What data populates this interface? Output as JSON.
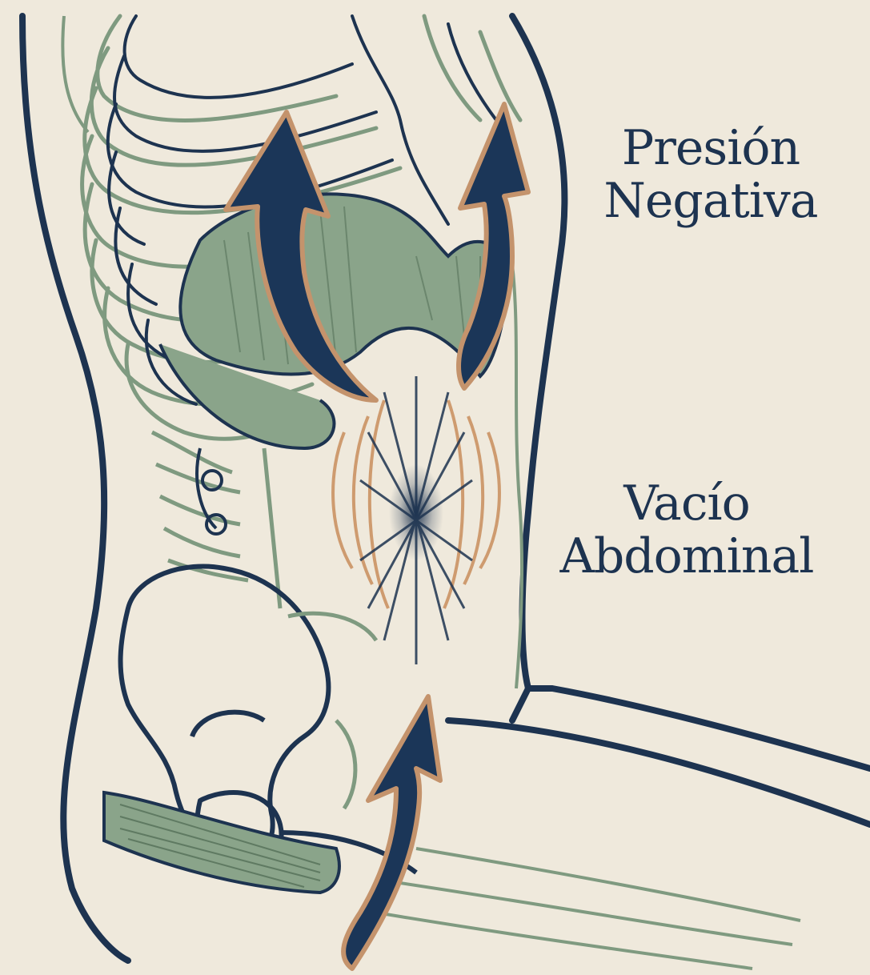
{
  "labels": {
    "negative_pressure": {
      "line1": "Presión",
      "line2": "Negativa"
    },
    "abdominal_vacuum": {
      "line1": "Vacío",
      "line2": "Abdominal"
    }
  },
  "colors": {
    "background": "#efe9dc",
    "outline_navy": "#1d3350",
    "muscle_green": "#7f9a80",
    "bone_green": "#7f9a80",
    "arrow_fill": "#1b3658",
    "arrow_border": "#c4936c",
    "vacuum_orange": "#c98e5d"
  },
  "icons": {
    "upward_arrows": "arrow-up-curved-icon",
    "vacuum_burst": "vacuum-burst-icon"
  }
}
